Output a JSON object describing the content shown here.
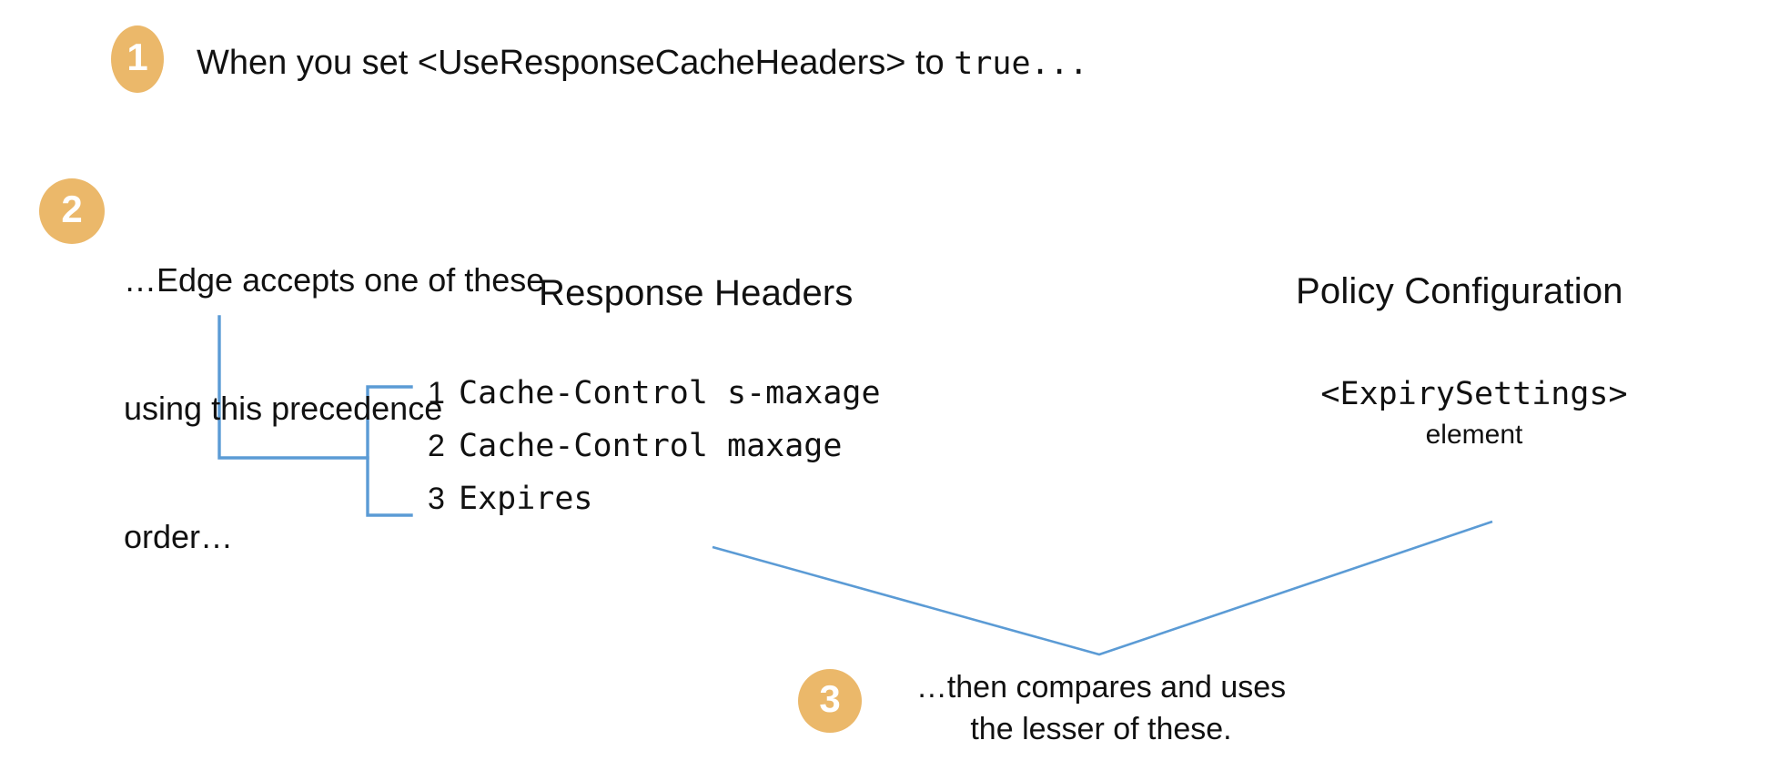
{
  "theme": {
    "background": "#ffffff",
    "badge_fill": "#EBB86A",
    "badge_text": "#ffffff",
    "text_color": "#111111",
    "connector_color": "#5B9BD5"
  },
  "steps": [
    {
      "number": "1",
      "text_prefix": "When you set <UseResponseCacheHeaders> to ",
      "text_mono": "true...",
      "full_text": "When you set <UseResponseCacheHeaders> to true..."
    },
    {
      "number": "2",
      "lines": [
        "…Edge accepts one of these",
        "using this precedence",
        "order…"
      ]
    },
    {
      "number": "3",
      "lines": [
        "…then compares and uses",
        "the lesser of these."
      ]
    }
  ],
  "columns": {
    "left": {
      "title": "Response Headers",
      "items": [
        {
          "num": "1",
          "label": "Cache-Control s-maxage"
        },
        {
          "num": "2",
          "label": "Cache-Control maxage"
        },
        {
          "num": "3",
          "label": "Expires"
        }
      ]
    },
    "right": {
      "title": "Policy Configuration",
      "element_tag": "<ExpirySettings>",
      "element_word": "element"
    }
  },
  "connectors": {
    "step2_elbow": "vertical drop from step 2 text down to the precedence bracket",
    "precedence_bracket": "left-facing bracket grouping items 1-3",
    "compare_vee": "V shape joining the response-header list and the policy element down to step 3"
  }
}
